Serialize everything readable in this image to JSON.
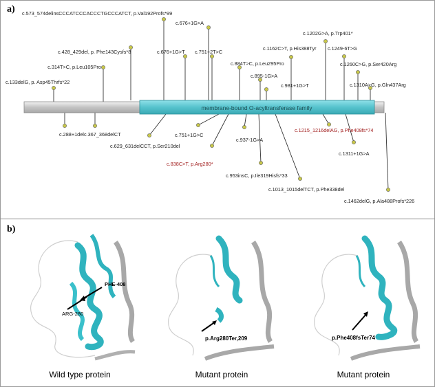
{
  "panels": {
    "a_label": "a)",
    "b_label": "b)"
  },
  "domain": {
    "label": "membrane-bound O-acyltransferase family"
  },
  "colors": {
    "domain_fill": "#5cc8d2",
    "backbone_fill": "#c8c8c8",
    "pin_fill": "#c9c84a",
    "highlight_text": "#a11d1d",
    "helix_cyan": "#2fb3be",
    "helix_grey": "#9a9a9a"
  },
  "variants": [
    {
      "text": "c.573_574delinsCCCATCCCACCCTGCCCATCT, p.Val192Profs*99",
      "highlight": false
    },
    {
      "text": "c.428_429del, p. Phe143Cysfs*8",
      "highlight": false
    },
    {
      "text": "c.314T>C, p.Leu105Pro",
      "highlight": false
    },
    {
      "text": "c.133delG, p. Asp45Thrfs*22",
      "highlight": false
    },
    {
      "text": "c.676+1G>A",
      "highlight": false
    },
    {
      "text": "c.676+1G>T",
      "highlight": false
    },
    {
      "text": "c.751+2T>C",
      "highlight": false
    },
    {
      "text": "c.884T>C, p.Leu295Pro",
      "highlight": false
    },
    {
      "text": "c.895-1G>A",
      "highlight": false
    },
    {
      "text": "c.981+1G>T",
      "highlight": false
    },
    {
      "text": "c.1162C>T, p.His388Tyr",
      "highlight": false
    },
    {
      "text": "c.1202G>A, p.Trp401*",
      "highlight": false
    },
    {
      "text": "c.1249-6T>G",
      "highlight": false
    },
    {
      "text": "c.1260C>G, p.Ser420Arg",
      "highlight": false
    },
    {
      "text": "c.1310A>G, p.Gln437Arg",
      "highlight": false
    },
    {
      "text": "c.288+1del",
      "highlight": false
    },
    {
      "text": "c.367_368delCT",
      "highlight": false
    },
    {
      "text": "c.629_631delCCT, p.Ser210del",
      "highlight": false
    },
    {
      "text": "c.751+1G>C",
      "highlight": false
    },
    {
      "text": "c.838C>T, p.Arg280*",
      "highlight": true
    },
    {
      "text": "c.937-1G>A",
      "highlight": false
    },
    {
      "text": "c.953insC, p.Ile319Hisfs*33",
      "highlight": false
    },
    {
      "text": "c.1013_1015delTCT, p.Phe338del",
      "highlight": false
    },
    {
      "text": "c.1215_1216delAG, p.Phe408fs*74",
      "highlight": true
    },
    {
      "text": "c.1311+1G>A",
      "highlight": false
    },
    {
      "text": "c.1462delG, p.Ala488Profs*226",
      "highlight": false
    }
  ],
  "structures": [
    {
      "title": "Wild type protein",
      "annotations": [
        "PHE-408",
        "ARG-280"
      ]
    },
    {
      "title": "Mutant protein",
      "annotations": [
        "p.Arg280Ter,209"
      ]
    },
    {
      "title": "Mutant protein",
      "annotations": [
        "p.Phe408fsTer74"
      ]
    }
  ]
}
